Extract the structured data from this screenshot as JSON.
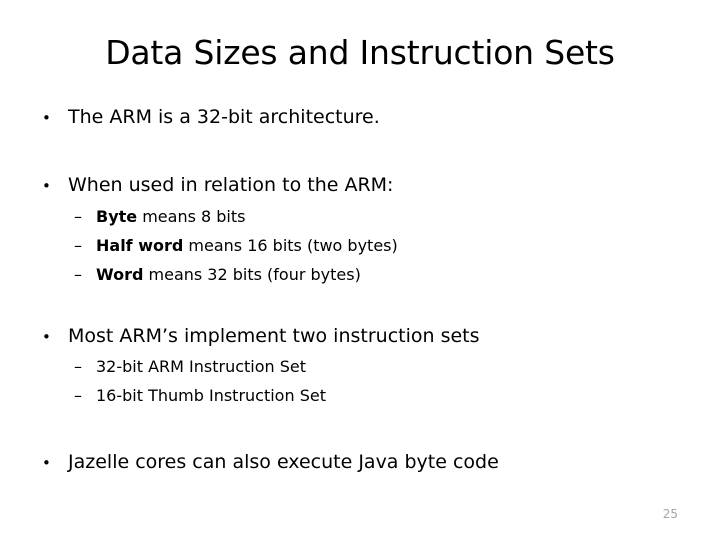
{
  "slide": {
    "title": "Data Sizes and Instruction Sets",
    "page_number": "25",
    "background_color": "#ffffff",
    "text_color": "#000000",
    "page_number_color": "#a6a6a6",
    "bullet_marker": "•",
    "sub_bullet_marker": "–",
    "bullets": [
      {
        "text": "The ARM is a 32-bit architecture.",
        "sub": []
      },
      {
        "text": "When used in relation to the ARM:",
        "sub": [
          {
            "lead": "Byte",
            "rest": " means 8 bits"
          },
          {
            "lead": "Half word",
            "rest": " means 16 bits (two bytes)"
          },
          {
            "lead": "Word",
            "rest": " means 32 bits (four bytes)"
          }
        ]
      },
      {
        "text": "Most ARM’s implement two instruction sets",
        "sub": [
          {
            "lead": "",
            "rest": "32-bit ARM Instruction Set"
          },
          {
            "lead": "",
            "rest": "16-bit Thumb Instruction Set"
          }
        ]
      },
      {
        "text": "Jazelle cores can also execute Java byte code",
        "sub": []
      }
    ]
  }
}
